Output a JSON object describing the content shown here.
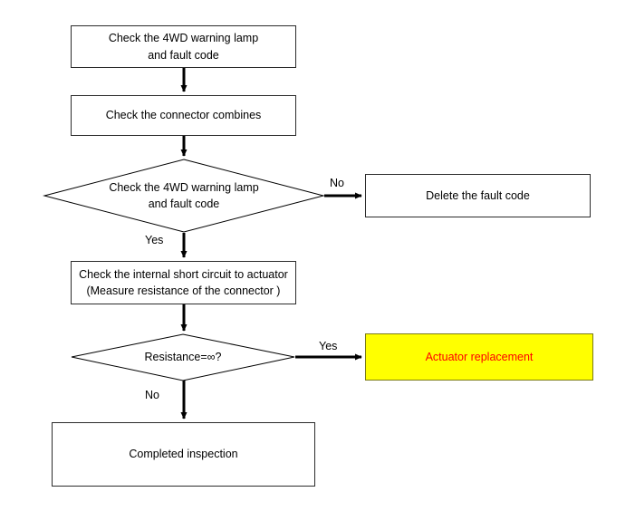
{
  "diagram": {
    "type": "flowchart",
    "title_text": "",
    "background_color": "#ffffff",
    "default_text_color": "#000000",
    "highlight_fill_color": "#ffff00",
    "highlight_text_color": "#ff0000",
    "nodes": {
      "start_check": {
        "shape": "process",
        "text": "Check the 4WD warning lamp\nand fault code"
      },
      "connector_check": {
        "shape": "process",
        "text": "Check the connector combines"
      },
      "lamp_decision": {
        "shape": "decision",
        "text": "Check the 4WD warning lamp\nand fault code"
      },
      "delete_fault_code": {
        "shape": "process",
        "text": "Delete the fault code"
      },
      "short_circuit_check": {
        "shape": "process",
        "text": "Check the internal short circuit to actuator\n(Measure resistance of the connector )"
      },
      "resistance_decision": {
        "shape": "decision",
        "text": "Resistance=∞?"
      },
      "actuator_replacement": {
        "shape": "process",
        "text": "Actuator replacement"
      },
      "completed_inspection": {
        "shape": "process",
        "text": "Completed inspection"
      }
    },
    "edge_labels": {
      "lamp_no": "No",
      "lamp_yes": "Yes",
      "resistance_yes": "Yes",
      "resistance_no": "No"
    }
  }
}
